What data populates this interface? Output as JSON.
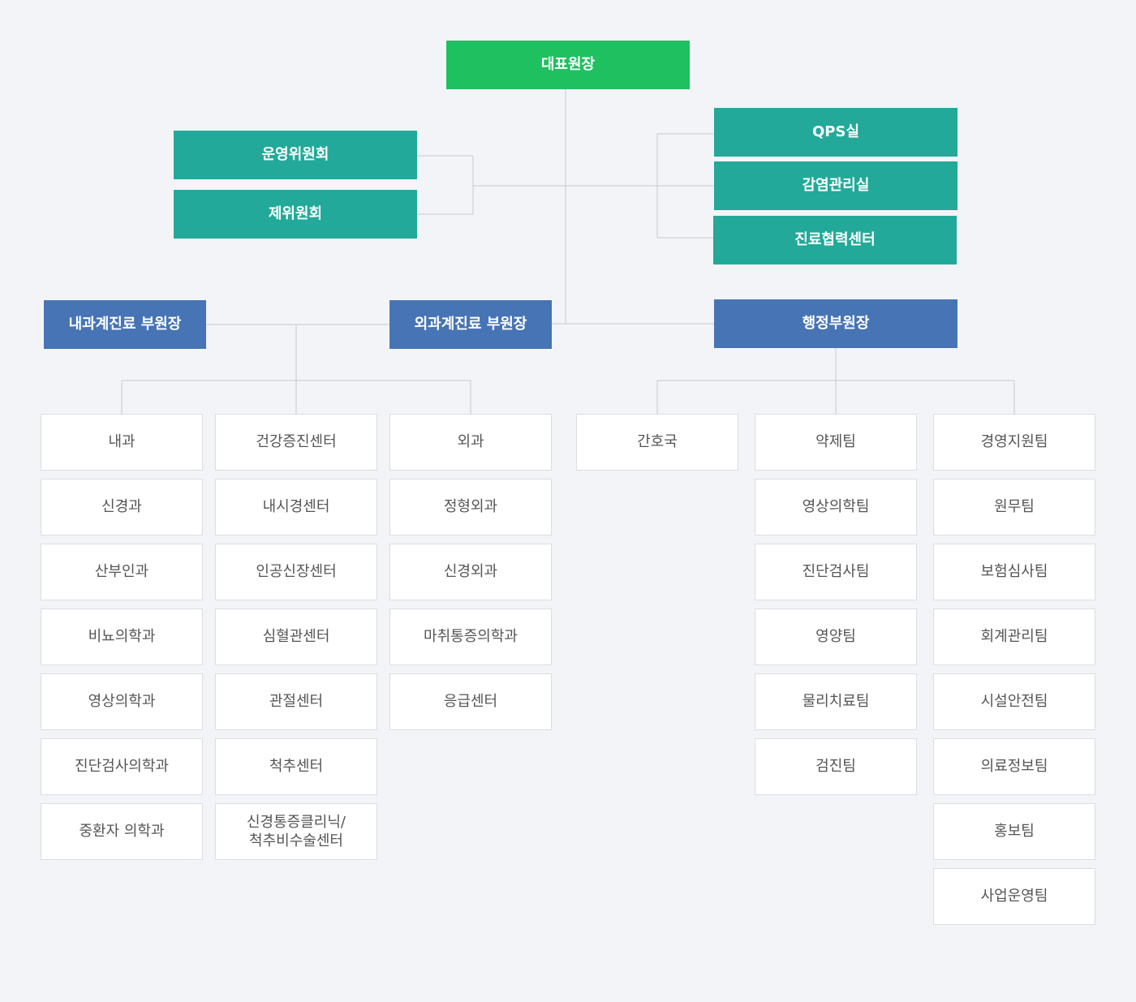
{
  "ceo": "대표원장",
  "committees": [
    "운영위원회",
    "제위원회"
  ],
  "offices": [
    "QPS실",
    "감염관리실",
    "진료협력센터"
  ],
  "vice_directors": {
    "internal": "내과계진료 부원장",
    "surgical": "외과계진료 부원장",
    "admin": "행정부원장"
  },
  "departments": {
    "internal_medicine": [
      "내과",
      "신경과",
      "산부인과",
      "비뇨의학과",
      "영상의학과",
      "진단검사의학과",
      "중환자 의학과"
    ],
    "centers": [
      "건강증진센터",
      "내시경센터",
      "인공신장센터",
      "심혈관센터",
      "관절센터",
      "척추센터",
      "신경통증클리닉/\n척추비수술센터"
    ],
    "surgery": [
      "외과",
      "정형외과",
      "신경외과",
      "마취통증의학과",
      "응급센터"
    ],
    "nursing": [
      "간호국"
    ],
    "medical_support": [
      "약제팀",
      "영상의학팀",
      "진단검사팀",
      "영양팀",
      "물리치료팀",
      "검진팀"
    ],
    "administration": [
      "경영지원팀",
      "원무팀",
      "보험심사팀",
      "회계관리팀",
      "시설안전팀",
      "의료정보팀",
      "홍보팀",
      "사업운영팀"
    ]
  },
  "colors": {
    "ceo": "#1fc060",
    "committee": "#22a99a",
    "vice_director": "#4674b4",
    "department_bg": "#ffffff",
    "department_border": "#dcdde3",
    "line": "#c4c7cf",
    "background": "#f3f4f8"
  }
}
